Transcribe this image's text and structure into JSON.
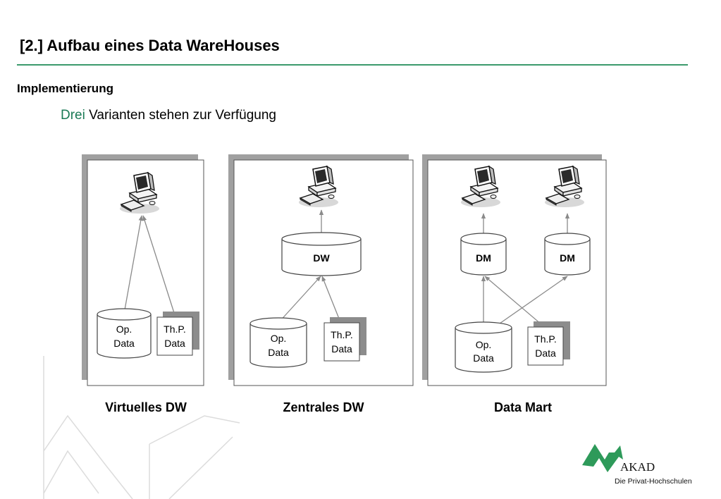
{
  "slide": {
    "title": "[2.] Aufbau eines Data WareHouses",
    "section_heading": "Implementierung",
    "subtitle_highlight": "Drei",
    "subtitle_rest": " Varianten stehen zur Verfügung"
  },
  "colors": {
    "accent_green": "#3c9a6c",
    "highlight_text": "#1a7a55",
    "panel_shadow": "#a0a0a0",
    "arrow": "#8a8a8a"
  },
  "panels": [
    {
      "label": "Virtuelles DW",
      "op_data": [
        "Op.",
        "Data"
      ],
      "thp_data": [
        "Th.P.",
        "Data"
      ]
    },
    {
      "label": "Zentrales DW",
      "dw_label": "DW",
      "op_data": [
        "Op.",
        "Data"
      ],
      "thp_data": [
        "Th.P.",
        "Data"
      ]
    },
    {
      "label": "Data Mart",
      "dm_labels": [
        "DM",
        "DM"
      ],
      "op_data": [
        "Op.",
        "Data"
      ],
      "thp_data": [
        "Th.P.",
        "Data"
      ]
    }
  ],
  "logo": {
    "brand": "AKAD",
    "tagline": "Die Privat-Hochschulen"
  }
}
